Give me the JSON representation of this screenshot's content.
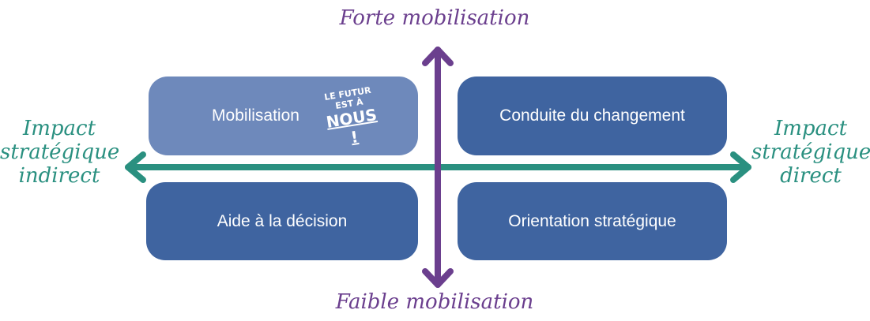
{
  "axes": {
    "vertical": {
      "top_label": "Forte mobilisation",
      "bottom_label": "Faible mobilisation",
      "color": "#6b3f8e"
    },
    "horizontal": {
      "left_label": [
        "Impact",
        "stratégique",
        "indirect"
      ],
      "right_label": [
        "Impact",
        "stratégique",
        "direct"
      ],
      "color": "#2a9080"
    }
  },
  "quadrants": {
    "top_left": {
      "label": "Mobilisation",
      "color": "#6e89bb"
    },
    "top_right": {
      "label": "Conduite du changement",
      "color": "#3f64a0"
    },
    "bottom_left": {
      "label": "Aide à la décision",
      "color": "#3f64a0"
    },
    "bottom_right": {
      "label": "Orientation stratégique",
      "color": "#3f64a0"
    }
  },
  "slogan": {
    "line1": "LE FUTUR",
    "line2": "EST À",
    "line3": "NOUS !"
  }
}
